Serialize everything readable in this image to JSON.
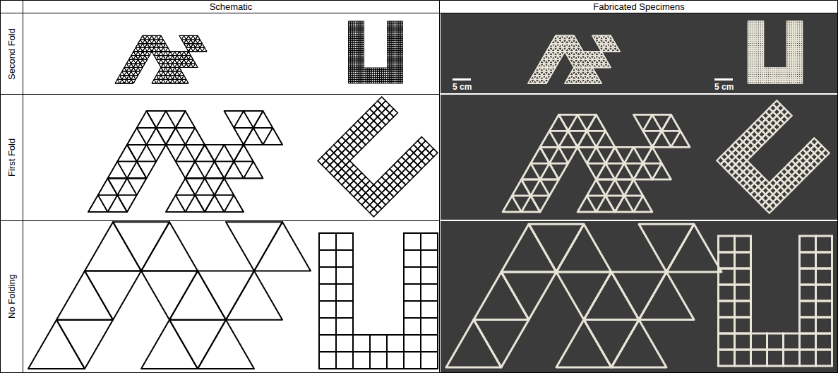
{
  "diagram": {
    "labels": [
      "Schematic",
      "Fabricated Specimens",
      "Second Fold",
      "First Fold",
      "No Folding",
      "5 cm",
      "5 cm"
    ]
  }
}
